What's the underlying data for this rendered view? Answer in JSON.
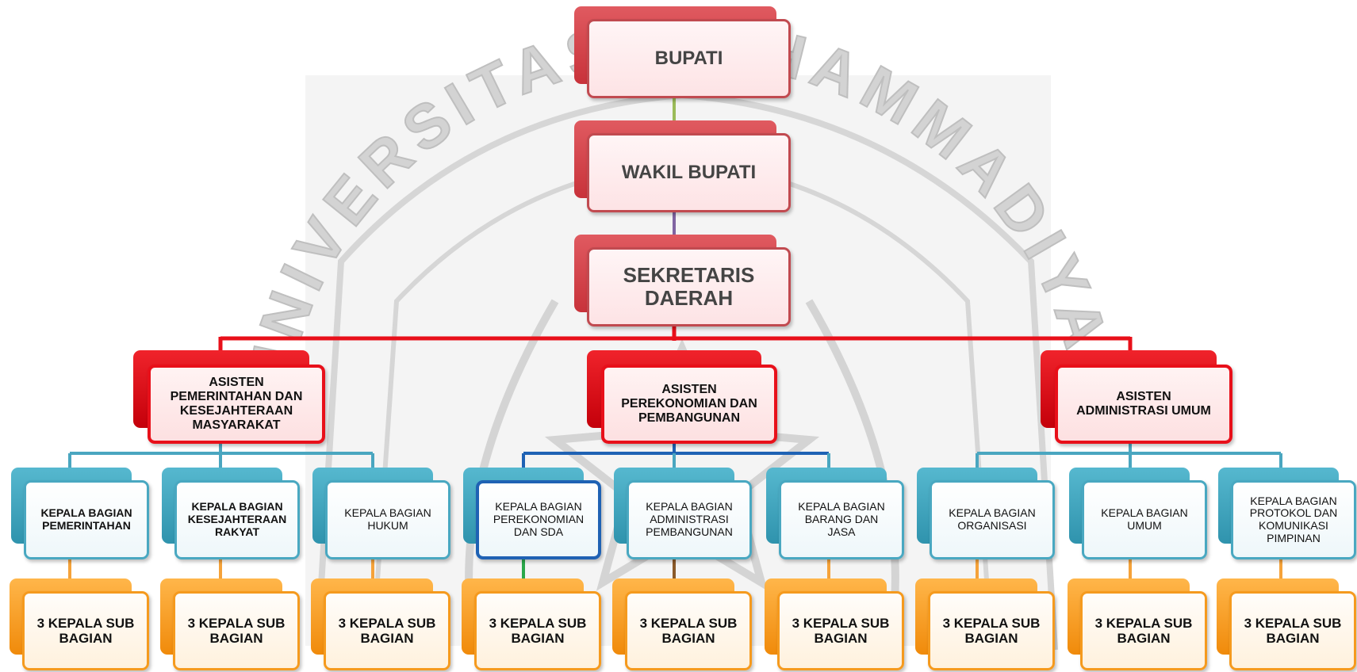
{
  "watermark": {
    "ring_text": "UNIVERSITAS MUHAMMADIYAH",
    "color": "#d9d9d9"
  },
  "colors": {
    "red_connector": "#e8101a",
    "blue_connector": "#4aa6c0",
    "orange_connector": "#f5a23a",
    "olive_connector": "#9bbb59",
    "purple_connector": "#8064a2",
    "green_connector": "#2aa84a",
    "brown_connector": "#8a5a2a"
  },
  "chart": {
    "bupati": "BUPATI",
    "wakil": "WAKIL BUPATI",
    "sekda": "SEKRETARIS\nDAERAH",
    "asisten": [
      "ASISTEN\nPEMERINTAHAN DAN\nKESEJAHTERAAN\nMASYARAKAT",
      "ASISTEN\nPEREKONOMIAN DAN\nPEMBANGUNAN",
      "ASISTEN\nADMINISTRASI UMUM"
    ],
    "kabag": [
      "KEPALA BAGIAN\nPEMERINTAHAN",
      "KEPALA BAGIAN\nKESEJAHTERAAN\nRAKYAT",
      "KEPALA BAGIAN\nHUKUM",
      "KEPALA BAGIAN\nPEREKONOMIAN\nDAN SDA",
      "KEPALA BAGIAN\nADMINISTRASI\nPEMBANGUNAN",
      "KEPALA BAGIAN\nBARANG DAN\nJASA",
      "KEPALA BAGIAN\nORGANISASI",
      "KEPALA BAGIAN\nUMUM",
      "KEPALA BAGIAN\nPROTOKOL DAN\nKOMUNIKASI\nPIMPINAN"
    ],
    "kasubag": [
      "3 KEPALA SUB\nBAGIAN",
      "3 KEPALA SUB\nBAGIAN",
      "3 KEPALA SUB\nBAGIAN",
      "3 KEPALA SUB\nBAGIAN",
      "3 KEPALA SUB\nBAGIAN",
      "3 KEPALA SUB\nBAGIAN",
      "3 KEPALA SUB\nBAGIAN",
      "3 KEPALA SUB\nBAGIAN",
      "3 KEPALA SUB\nBAGIAN"
    ]
  }
}
